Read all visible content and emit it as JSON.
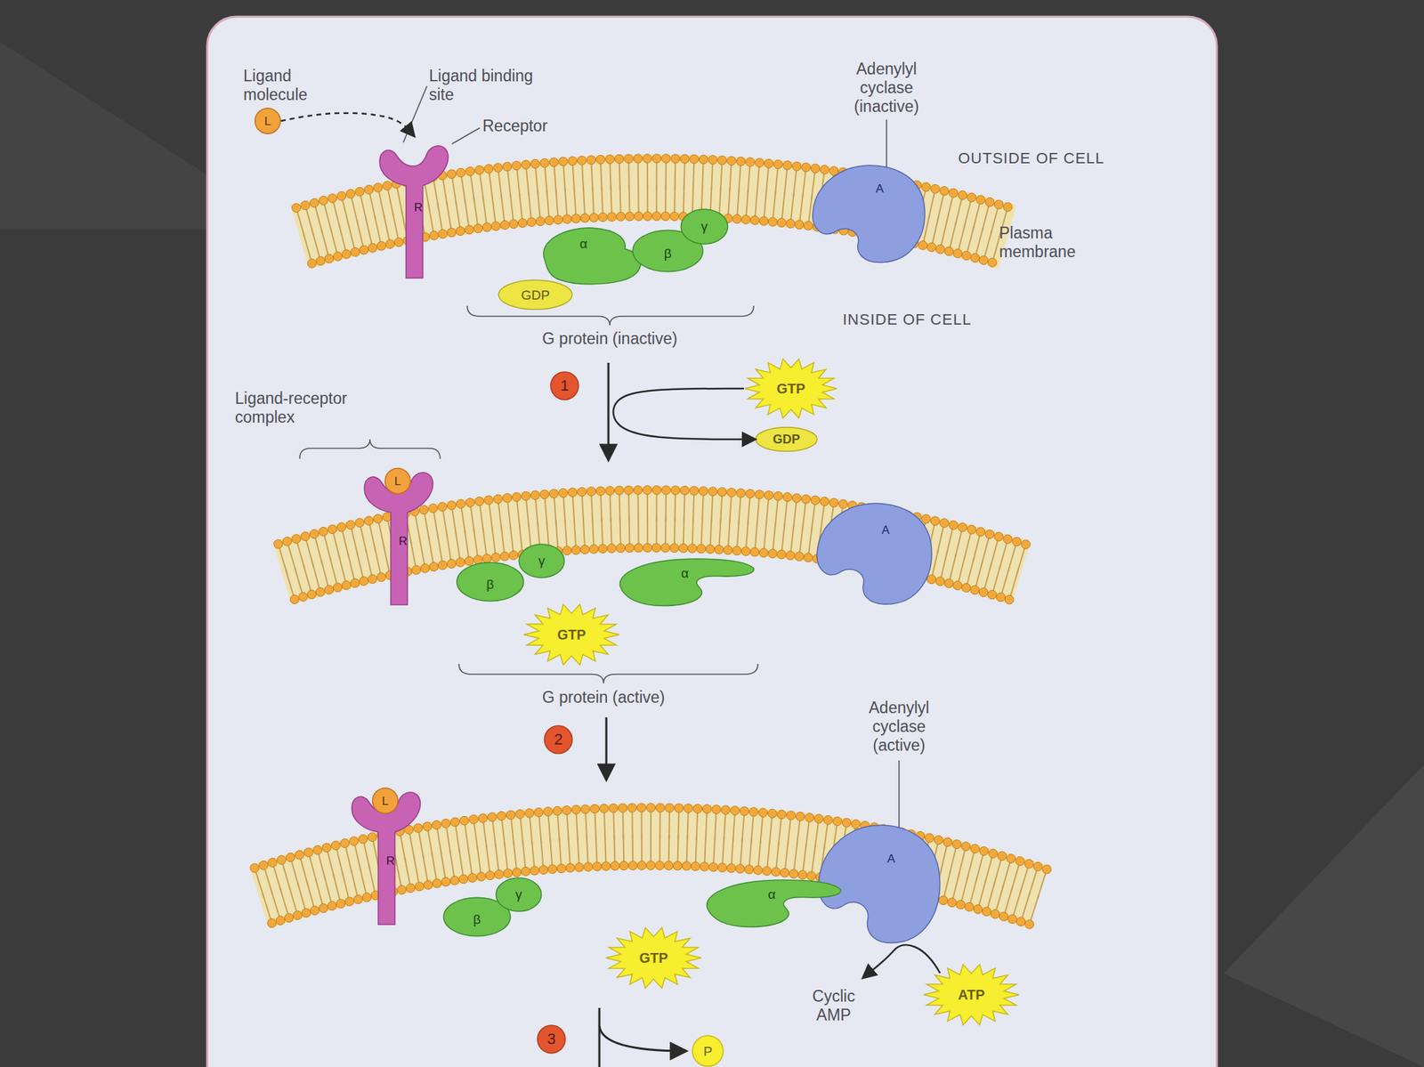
{
  "diagram": {
    "nodes": [
      {
        "text": [
          "L"
        ]
      },
      {
        "text": [
          "R"
        ]
      },
      {
        "text": [
          "α"
        ]
      },
      {
        "text": [
          "β"
        ]
      },
      {
        "text": [
          "γ"
        ]
      },
      {
        "text": [
          "GDP"
        ]
      },
      {
        "text": [
          "A"
        ]
      },
      {
        "text": [
          "GTP"
        ]
      },
      {
        "text": [
          "GDP"
        ]
      },
      {
        "text": [
          "L"
        ]
      },
      {
        "text": [
          "R"
        ]
      },
      {
        "text": [
          "β"
        ]
      },
      {
        "text": [
          "γ"
        ]
      },
      {
        "text": [
          "α"
        ]
      },
      {
        "text": [
          "GTP"
        ]
      },
      {
        "text": [
          "A"
        ]
      },
      {
        "text": [
          "L"
        ]
      },
      {
        "text": [
          "R"
        ]
      },
      {
        "text": [
          "β"
        ]
      },
      {
        "text": [
          "γ"
        ]
      },
      {
        "text": [
          "α"
        ]
      },
      {
        "text": [
          "GTP"
        ]
      },
      {
        "text": [
          "A"
        ]
      },
      {
        "text": [
          "ATP"
        ]
      },
      {
        "text": [
          "P"
        ]
      }
    ],
    "edges": [
      {
        "from": 0,
        "to": 1,
        "arrow": "to"
      },
      {
        "from": 7,
        "to": 8,
        "arrow": "to"
      }
    ],
    "labels": [
      "Ligand molecule",
      "Ligand binding site",
      "Receptor",
      "Adenylyl cyclase (inactive)",
      "OUTSIDE OF CELL",
      "Plasma membrane",
      "INSIDE OF CELL",
      "G protein (inactive)",
      "1",
      "Ligand-receptor complex",
      "G protein (active)",
      "2",
      "Adenylyl cyclase (active)",
      "Cyclic AMP",
      "3"
    ]
  }
}
